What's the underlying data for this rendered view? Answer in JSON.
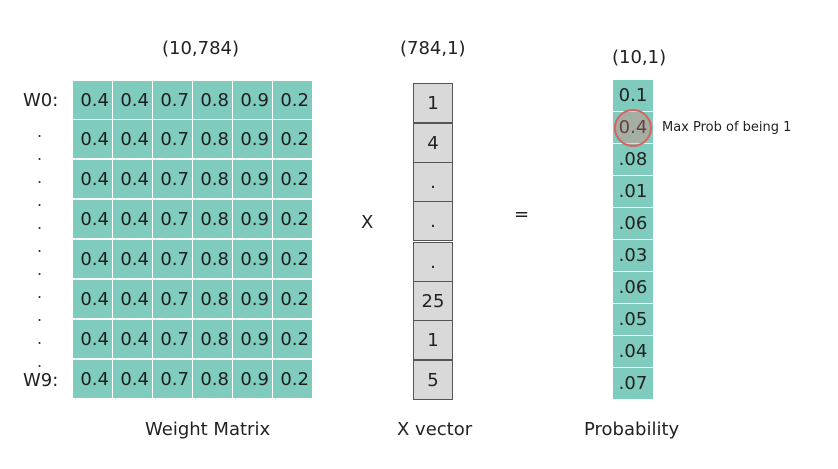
{
  "weight_matrix": {
    "shape_label": "(10,784)",
    "caption": "Weight Matrix",
    "first_row_label": "W0:",
    "last_row_label": "W9:",
    "ellipsis_dots": [
      ".",
      ".",
      ".",
      ".",
      ".",
      ".",
      ".",
      ".",
      ".",
      ".",
      ".",
      "."
    ],
    "rows": [
      [
        "0.4",
        "0.4",
        "0.7",
        "0.8",
        "0.9",
        "0.2"
      ],
      [
        "0.4",
        "0.4",
        "0.7",
        "0.8",
        "0.9",
        "0.2"
      ],
      [
        "0.4",
        "0.4",
        "0.7",
        "0.8",
        "0.9",
        "0.2"
      ],
      [
        "0.4",
        "0.4",
        "0.7",
        "0.8",
        "0.9",
        "0.2"
      ],
      [
        "0.4",
        "0.4",
        "0.7",
        "0.8",
        "0.9",
        "0.2"
      ],
      [
        "0.4",
        "0.4",
        "0.7",
        "0.8",
        "0.9",
        "0.2"
      ],
      [
        "0.4",
        "0.4",
        "0.7",
        "0.8",
        "0.9",
        "0.2"
      ],
      [
        "0.4",
        "0.4",
        "0.7",
        "0.8",
        "0.9",
        "0.2"
      ]
    ]
  },
  "operators": {
    "multiply": "X",
    "equals": "="
  },
  "x_vector": {
    "shape_label": "(784,1)",
    "caption": "X vector",
    "values": [
      "1",
      "4",
      ".",
      ".",
      ".",
      "25",
      "1",
      "5"
    ]
  },
  "probability": {
    "shape_label": "(10,1)",
    "caption": "Probability",
    "values": [
      "0.1",
      "0.4",
      ".08",
      ".01",
      ".06",
      ".03",
      ".06",
      ".05",
      ".04",
      ".07"
    ],
    "annotation": "Max Prob of being 1"
  },
  "colors": {
    "teal": "#7fcbbd",
    "gray_cell": "#d9d9d9",
    "highlight": "#d9625e"
  }
}
